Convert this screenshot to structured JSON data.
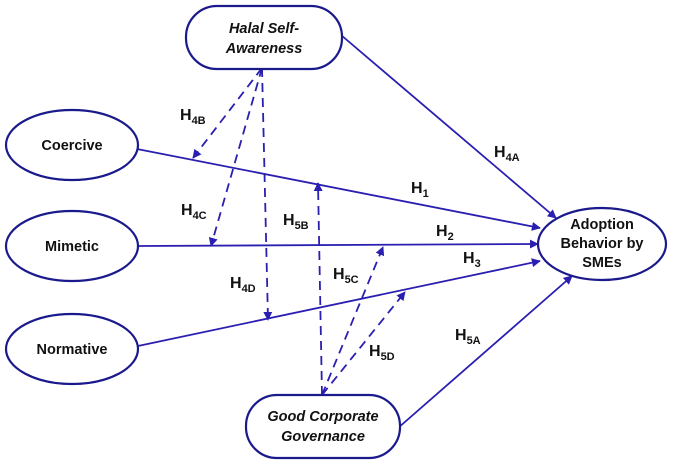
{
  "nodes": {
    "halal": {
      "label_lines": [
        "Halal Self-",
        "Awareness"
      ]
    },
    "coercive": {
      "label_lines": [
        "Coercive"
      ]
    },
    "mimetic": {
      "label_lines": [
        "Mimetic"
      ]
    },
    "normative": {
      "label_lines": [
        "Normative"
      ]
    },
    "adoption": {
      "label_lines": [
        "Adoption",
        "Behavior by",
        "SMEs"
      ]
    },
    "gcg": {
      "label_lines": [
        "Good Corporate",
        "Governance"
      ]
    }
  },
  "hypotheses": {
    "h1": {
      "main": "H",
      "sub": "1"
    },
    "h2": {
      "main": "H",
      "sub": "2"
    },
    "h3": {
      "main": "H",
      "sub": "3"
    },
    "h4a": {
      "main": "H",
      "sub": "4A"
    },
    "h4b": {
      "main": "H",
      "sub": "4B"
    },
    "h4c": {
      "main": "H",
      "sub": "4C"
    },
    "h4d": {
      "main": "H",
      "sub": "4D"
    },
    "h5a": {
      "main": "H",
      "sub": "5A"
    },
    "h5b": {
      "main": "H",
      "sub": "5B"
    },
    "h5c": {
      "main": "H",
      "sub": "5C"
    },
    "h5d": {
      "main": "H",
      "sub": "5D"
    }
  },
  "colors": {
    "line": "#2a1fb0",
    "node_border": "#1a1a8c"
  }
}
